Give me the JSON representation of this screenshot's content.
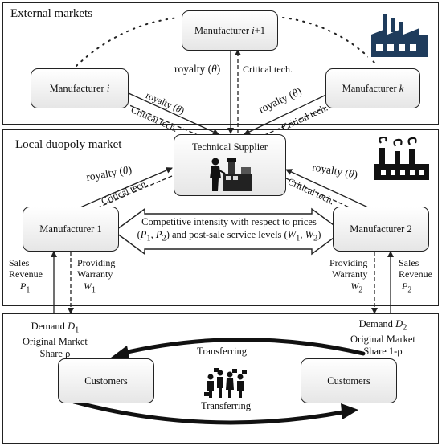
{
  "regions": {
    "external_markets": {
      "title": "External markets"
    },
    "local_market": {
      "title": "Local duopoly market"
    }
  },
  "nodes": {
    "manufacturer_i_plus_1": {
      "prefix": "Manufacturer ",
      "var": "i",
      "suffix": "+1"
    },
    "manufacturer_i": {
      "prefix": "Manufacturer ",
      "var": "i"
    },
    "manufacturer_k": {
      "prefix": "Manufacturer ",
      "var": "k"
    },
    "technical_supplier": "Technical Supplier",
    "manufacturer_1": "Manufacturer 1",
    "manufacturer_2": "Manufacturer 2",
    "customers_left": "Customers",
    "customers_right": "Customers"
  },
  "edge_labels": {
    "royalty_text": "royalty (",
    "royalty_symbol": "θ",
    "royalty_close": ")",
    "critical_tech": "Critical tech.",
    "competition_line1": "Competitive intensity with respect to prices",
    "competition_p1": "P",
    "competition_sub1": "1",
    "competition_sep": ", ",
    "competition_p2": "P",
    "competition_sub2": "2",
    "competition_mid": ") and post-sale service levels (",
    "competition_w1": "W",
    "competition_w2": "W",
    "sales_revenue_line1": "Sales",
    "sales_revenue_line2": "Revenue",
    "providing_warranty_line1": "Providing",
    "providing_warranty_line2": "Warranty",
    "price_var": "P",
    "warranty_var": "W",
    "sub_1": "1",
    "sub_2": "2",
    "demand_word": "Demand ",
    "demand_var": "D",
    "original_market": "Original Market",
    "share_word": "Share ",
    "share_rho_left": "ρ",
    "share_rho_right": "1-ρ",
    "transferring": "Transferring"
  },
  "icons": [
    "factory-icon",
    "factory-smoke-icon",
    "technician-machine-icon",
    "customer-crowd-icon"
  ]
}
